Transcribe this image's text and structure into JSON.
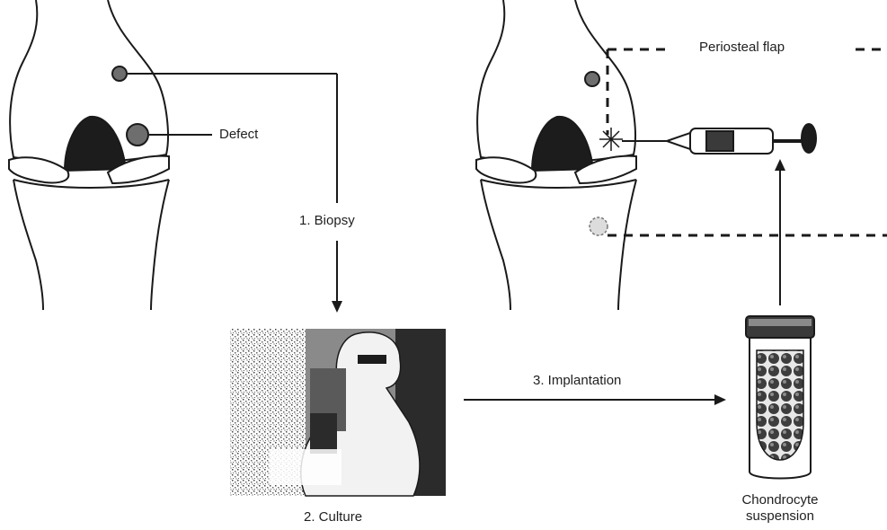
{
  "labels": {
    "defect": "Defect",
    "biopsy": "1. Biopsy",
    "culture": "2. Culture",
    "implantation": "3. Implantation",
    "periosteal_flap": "Periosteal flap",
    "chondrocyte_line1": "Chondrocyte",
    "chondrocyte_line2": "suspension"
  },
  "colors": {
    "line": "#1a1a1a",
    "bone_fill": "#ffffff",
    "notch_fill": "#1c1c1c",
    "defect_fill": "#6e6e6e",
    "vial_cap": "#3a3a3a",
    "cells": "#4a4a4a",
    "photo_dark": "#2b2b2b",
    "photo_mid": "#8a8a8a"
  },
  "icons": {
    "knee_left": "knee-joint-diagram",
    "knee_right": "knee-joint-diagram",
    "syringe": "syringe-icon",
    "vial": "vial-icon",
    "culture_photo": "lab-technician-photo"
  }
}
